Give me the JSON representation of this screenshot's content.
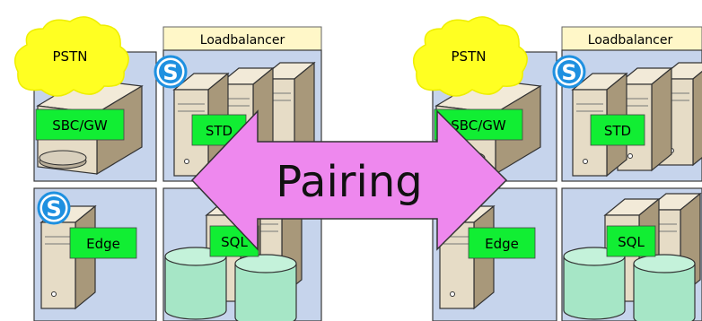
{
  "colors": {
    "tile_fill": "#c6d4ec",
    "tile_border": "#3a3a3a",
    "label_fill": "#11ee33",
    "header_fill": "#fff7c8",
    "cloud_fill": "#ffff22",
    "arrow_fill": "#ee88ee",
    "arrow_stroke": "#333333",
    "server_fill": "#e6dcc6",
    "server_dark": "#a8987a",
    "db_fill": "#a6e6c6",
    "skype_blue": "#1e90e0"
  },
  "icons": [
    "cloud-icon",
    "skype-icon",
    "server-icon",
    "gateway-icon",
    "database-icon",
    "double-arrow-icon"
  ],
  "sites": [
    {
      "cloud_label": "PSTN",
      "lb_label": "Loadbalancer",
      "gw_label": "SBC/GW",
      "std_label": "STD",
      "edge_label": "Edge",
      "sql_label": "SQL"
    },
    {
      "cloud_label": "PSTN",
      "lb_label": "Loadbalancer",
      "gw_label": "SBC/GW",
      "std_label": "STD",
      "edge_label": "Edge",
      "sql_label": "SQL"
    }
  ],
  "arrow": {
    "label": "Pairing"
  }
}
